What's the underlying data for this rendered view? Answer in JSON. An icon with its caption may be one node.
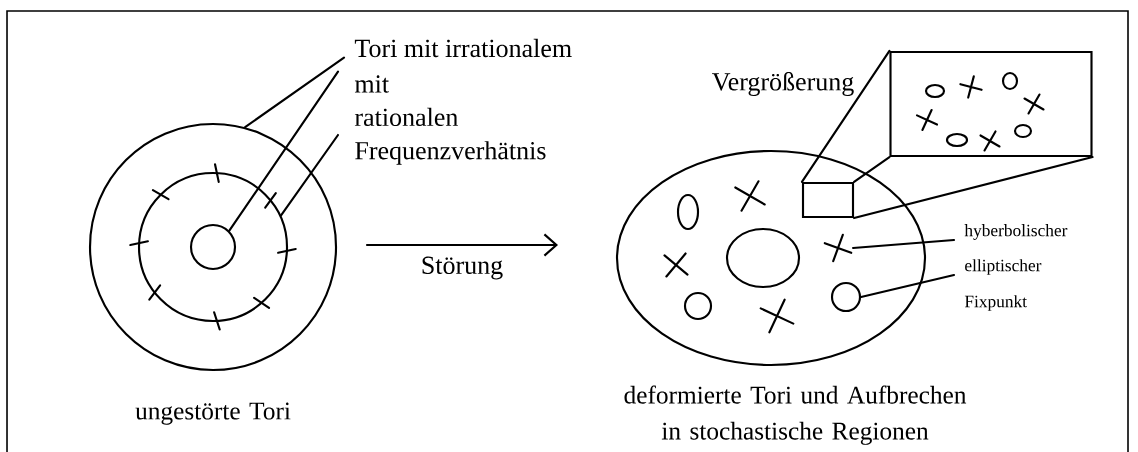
{
  "diagram": {
    "nodes": [
      {
        "text": [
          "Tori mit irrationalem"
        ]
      },
      {
        "text": [
          "mit rationalen Frequenzverhätnis"
        ]
      },
      {
        "text": [],
        "shape": "circle",
        "beside": [
          "ungestörte Tori"
        ]
      },
      {
        "text": [],
        "shape": "circle",
        "in": 2
      },
      {
        "text": [],
        "shape": "circle",
        "in": 3
      },
      {
        "text": [],
        "shape": "ellipse",
        "beside": [
          "deformierte Tori und Aufbrechen in stochastische Regionen"
        ]
      },
      {
        "text": [],
        "shape": "box"
      },
      {
        "text": [],
        "shape": "box",
        "in": 5
      },
      {
        "text": [
          "hyberbolischer"
        ]
      },
      {
        "text": [
          "elliptischer"
        ]
      },
      {
        "text": [],
        "shape": "cross",
        "in": 5
      },
      {
        "text": [],
        "shape": "circle",
        "in": 5
      },
      {
        "text": [],
        "shape": "ellipse",
        "in": 5
      },
      {
        "text": [],
        "shape": "cross",
        "in": 5
      },
      {
        "text": [],
        "shape": "ellipse",
        "in": 5
      },
      {
        "text": [],
        "shape": "cross",
        "in": 5
      },
      {
        "text": [],
        "shape": "circle",
        "in": 5
      },
      {
        "text": [],
        "shape": "cross",
        "in": 5
      }
    ],
    "edges": [
      {
        "from": 0,
        "to": 2,
        "arrow": "none"
      },
      {
        "from": 0,
        "to": 4,
        "arrow": "none"
      },
      {
        "from": 1,
        "to": 3,
        "arrow": "none"
      },
      {
        "from": 7,
        "to": 6,
        "arrow": "none"
      },
      {
        "from": 7,
        "to": 6,
        "arrow": "none"
      },
      {
        "from": 7,
        "to": 6,
        "arrow": "none"
      },
      {
        "from": 8,
        "to": 17,
        "arrow": "none"
      },
      {
        "from": 9,
        "to": 16,
        "arrow": "none"
      }
    ],
    "labels": [
      "Störung",
      "Vergrößerung",
      "Fixpunkt"
    ]
  }
}
